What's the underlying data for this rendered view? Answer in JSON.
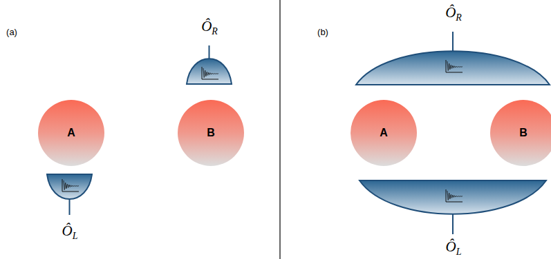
{
  "diagram": {
    "nodes": [
      {
        "text": [
          "A"
        ]
      },
      {
        "text": [
          "B"
        ]
      },
      {
        "text": [
          "A"
        ]
      },
      {
        "text": [
          "B"
        ]
      }
    ],
    "labels": [
      "(a)",
      "ÔR",
      "ÔL",
      "(b)",
      "ÔR",
      "ÔL"
    ]
  }
}
